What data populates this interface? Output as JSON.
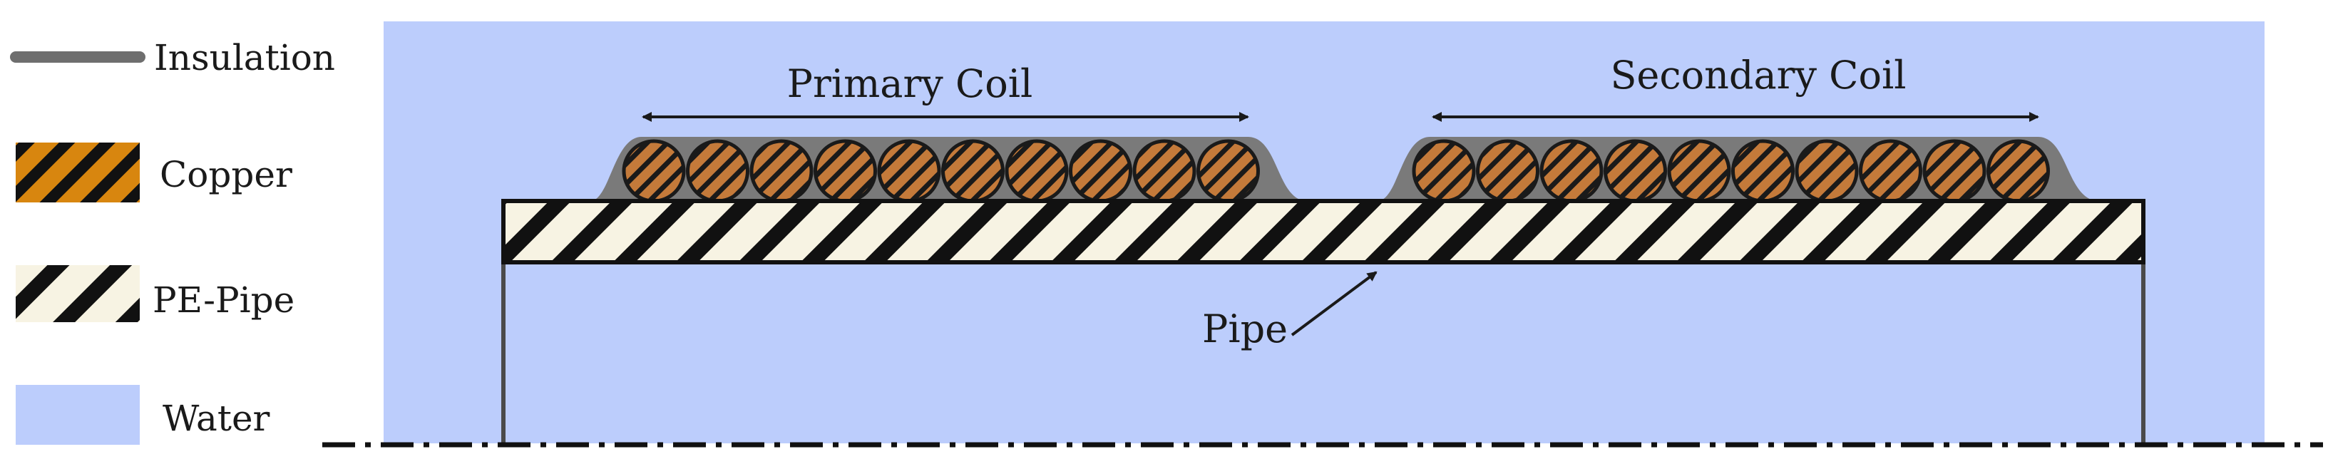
{
  "legend": {
    "items": [
      {
        "key": "insulation",
        "label": "Insulation",
        "color": "#6e6e6e"
      },
      {
        "key": "copper",
        "label": "Copper",
        "color": "#d8860f"
      },
      {
        "key": "pe_pipe",
        "label": "PE-Pipe",
        "color": "#ffffff"
      },
      {
        "key": "water",
        "label": "Water",
        "color": "#bccdfc"
      }
    ]
  },
  "diagram": {
    "primary_coil_label": "Primary Coil",
    "secondary_coil_label": "Secondary Coil",
    "pipe_label": "Pipe",
    "primary_turns": 10,
    "secondary_turns": 10
  },
  "colors": {
    "water": "#bccdfc",
    "copper_wire": "#c47a3a",
    "copper_stripe": "#1a1a1a",
    "insulation": "#7a7a7a",
    "pipe_fill": "#f7f3e3",
    "outline": "#1a1a1a"
  }
}
